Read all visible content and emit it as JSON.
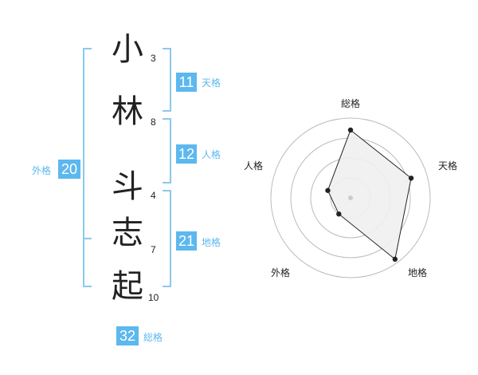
{
  "colors": {
    "accent": "#5cb8ee",
    "bracket": "#8cc8ec",
    "text": "#222222",
    "label": "#5cb8ee"
  },
  "name": {
    "chars": [
      {
        "char": "小",
        "strokes": "3"
      },
      {
        "char": "林",
        "strokes": "8"
      },
      {
        "char": "斗",
        "strokes": "4"
      },
      {
        "char": "志",
        "strokes": "7"
      },
      {
        "char": "起",
        "strokes": "10"
      }
    ]
  },
  "fortune": {
    "tenkaku": {
      "value": "11",
      "label": "天格"
    },
    "jinkaku": {
      "value": "12",
      "label": "人格"
    },
    "chikaku": {
      "value": "21",
      "label": "地格"
    },
    "gaikaku": {
      "value": "20",
      "label": "外格"
    },
    "soukaku": {
      "value": "32",
      "label": "総格"
    }
  },
  "chart_data": {
    "type": "radar",
    "axes": [
      "総格",
      "天格",
      "地格",
      "外格",
      "人格"
    ],
    "values": [
      0.85,
      0.8,
      0.95,
      0.25,
      0.3
    ],
    "range": [
      0,
      1
    ],
    "rings": 4,
    "fill": "#f0f0f0",
    "stroke": "#222222"
  }
}
